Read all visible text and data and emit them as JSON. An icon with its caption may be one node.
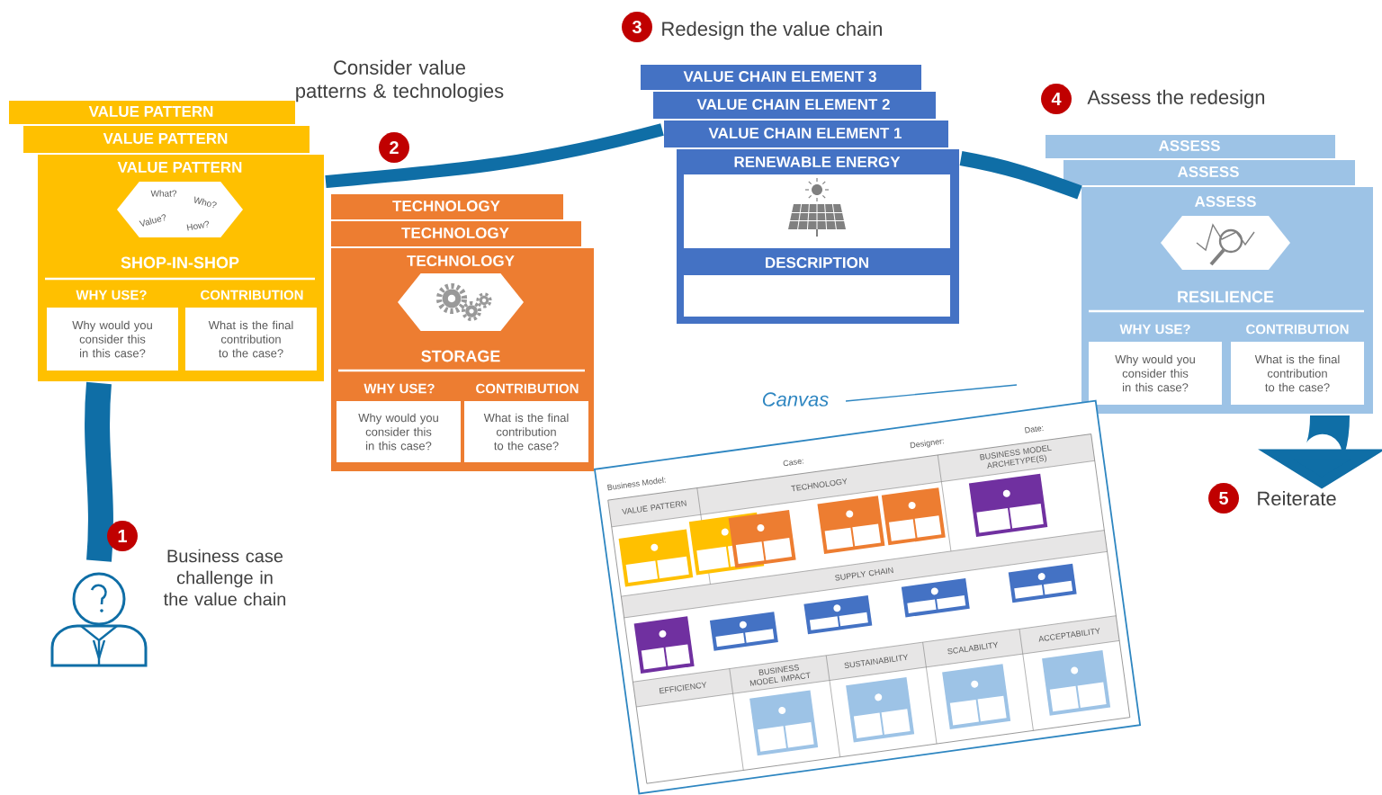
{
  "diagram": {
    "nodes": [
      {
        "text": [
          "VALUE PATTERN"
        ]
      },
      {
        "text": [
          "VALUE PATTERN"
        ]
      },
      {
        "text": [
          "VALUE PATTERN",
          "SHOP-IN-SHOP",
          "WHY USE?",
          "CONTRIBUTION"
        ]
      },
      {
        "text": [
          "What?",
          "Who?",
          "Value?",
          "How?"
        ],
        "in": 2
      },
      {
        "text": [
          "Why would you consider this in this case?"
        ],
        "in": 2
      },
      {
        "text": [
          "What is the final contribution to the case?"
        ],
        "in": 2
      },
      {
        "text": [
          "TECHNOLOGY"
        ]
      },
      {
        "text": [
          "TECHNOLOGY"
        ]
      },
      {
        "text": [
          "TECHNOLOGY",
          "STORAGE",
          "WHY USE?",
          "CONTRIBUTION"
        ]
      },
      {
        "text": [],
        "shape": "hexagon",
        "in": 8
      },
      {
        "text": [
          "Why would you consider this in this case?"
        ],
        "in": 8
      },
      {
        "text": [
          "What is the final contribution to the case?"
        ],
        "in": 8
      },
      {
        "text": [
          "VALUE CHAIN ELEMENT 3"
        ]
      },
      {
        "text": [
          "VALUE CHAIN ELEMENT 2"
        ]
      },
      {
        "text": [
          "VALUE CHAIN ELEMENT 1"
        ]
      },
      {
        "text": [
          "RENEWABLE ENERGY",
          "DESCRIPTION"
        ]
      },
      {
        "text": [],
        "shape": "picture",
        "in": 15
      },
      {
        "text": [],
        "shape": "box",
        "in": 15
      },
      {
        "text": [
          "ASSESS"
        ]
      },
      {
        "text": [
          "ASSESS"
        ]
      },
      {
        "text": [
          "ASSESS",
          "RESILIENCE",
          "WHY USE?",
          "CONTRIBUTION"
        ]
      },
      {
        "text": [],
        "shape": "hexagon",
        "in": 20
      },
      {
        "text": [
          "Why would you consider this in this case?"
        ],
        "in": 20
      },
      {
        "text": [
          "What is the final contribution to the case?"
        ],
        "in": 20
      },
      {
        "text": [],
        "shape": "person",
        "beside": [
          "Business case challenge in the value chain"
        ]
      },
      {
        "text": [
          "Reiterate"
        ]
      },
      {
        "text": [
          "Canvas",
          "Business Model:",
          "Case:",
          "Designer:",
          "Date:",
          "VALUE PATTERN",
          "TECHNOLOGY",
          "BUSINESS MODEL ARCHETYPE(S)",
          "SUPPLY CHAIN",
          "EFFICIENCY",
          "BUSINESS MODEL IMPACT",
          "SUSTAINABILITY",
          "SCALABILITY",
          "ACCEPTABILITY"
        ]
      }
    ],
    "edges": [
      {
        "from": 2,
        "to": 24,
        "arrow": "none"
      },
      {
        "from": 2,
        "to": 14,
        "arrow": "none"
      },
      {
        "from": 15,
        "to": 20,
        "arrow": "none"
      },
      {
        "from": 20,
        "to": 25,
        "arrow": "to",
        "style": "thick"
      }
    ],
    "labels": [
      "Consider value patterns & technologies",
      "2",
      "3",
      "Redesign the value chain",
      "4",
      "Assess the redesign",
      "5",
      "1"
    ]
  }
}
